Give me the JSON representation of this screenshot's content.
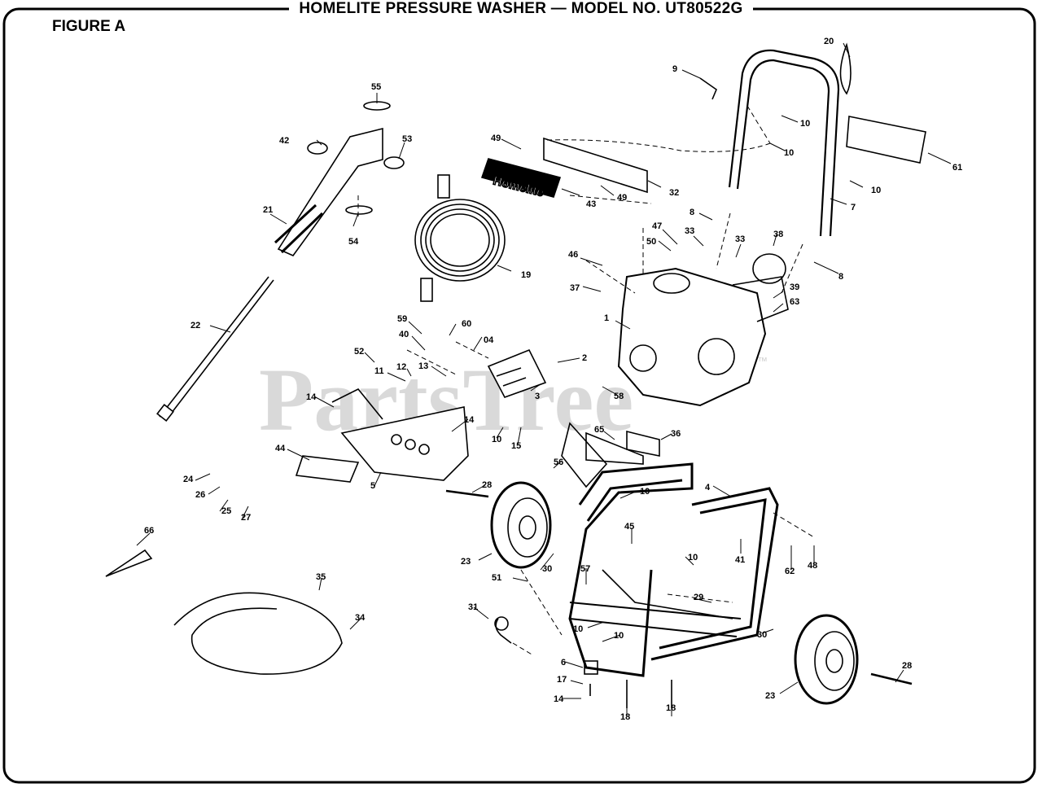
{
  "header": {
    "title": "HOMELITE PRESSURE WASHER — MODEL NO. UT80522G",
    "figure_label": "FIGURE A"
  },
  "watermark": {
    "text": "PartsTree",
    "trademark": "™"
  },
  "decal": {
    "brand": "Homelite"
  },
  "callouts": [
    "55",
    "42",
    "53",
    "21",
    "54",
    "22",
    "49",
    "43",
    "49",
    "32",
    "19",
    "9",
    "10",
    "10",
    "10",
    "7",
    "20",
    "61",
    "8",
    "8",
    "47",
    "33",
    "50",
    "33",
    "46",
    "38",
    "37",
    "39",
    "63",
    "1",
    "59",
    "40",
    "60",
    "04",
    "52",
    "12",
    "13",
    "11",
    "2",
    "3",
    "58",
    "14",
    "10",
    "15",
    "14",
    "44",
    "5",
    "56",
    "65",
    "36",
    "24",
    "26",
    "25",
    "27",
    "28",
    "4",
    "10",
    "45",
    "41",
    "62",
    "48",
    "66",
    "23",
    "30",
    "51",
    "57",
    "10",
    "29",
    "31",
    "10",
    "10",
    "30",
    "35",
    "34",
    "6",
    "17",
    "14",
    "18",
    "18",
    "23",
    "28"
  ]
}
